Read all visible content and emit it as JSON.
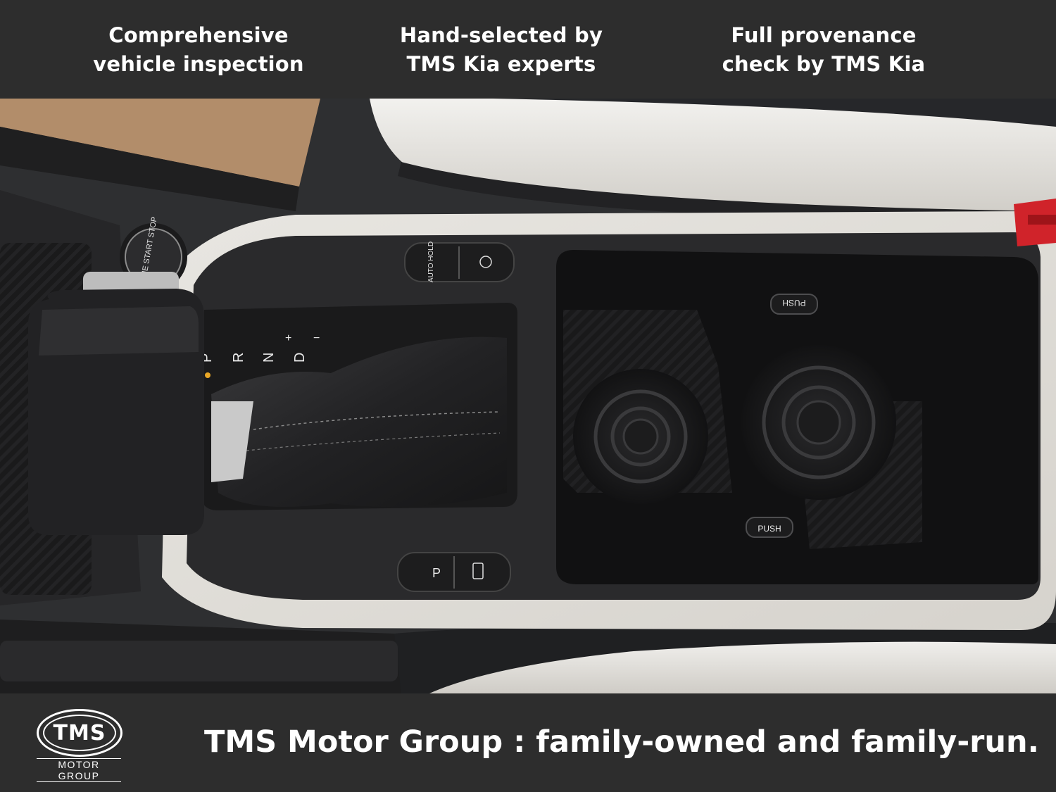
{
  "top_banner": {
    "features": [
      "Comprehensive\nvehicle inspection",
      "Hand-selected by\nTMS Kia experts",
      "Full provenance\ncheck by TMS Kia"
    ]
  },
  "photo": {
    "gear_letters": [
      "P",
      "R",
      "N",
      "D"
    ],
    "gear_modes": [
      "+",
      "−"
    ],
    "buttons": {
      "auto_hold": "AUTO HOLD",
      "push_top": "PUSH",
      "push_bottom": "PUSH",
      "start_stop": "ENGINE START STOP"
    }
  },
  "bottom_banner": {
    "logo_text": "TMS",
    "logo_sub": "MOTOR GROUP",
    "tagline": "TMS Motor Group : family-owned and family-run."
  },
  "colors": {
    "banner_bg": "#2d2d2d",
    "text": "#ffffff",
    "trim_white": "#e4e2dc",
    "console_black": "#1c1c1d"
  }
}
